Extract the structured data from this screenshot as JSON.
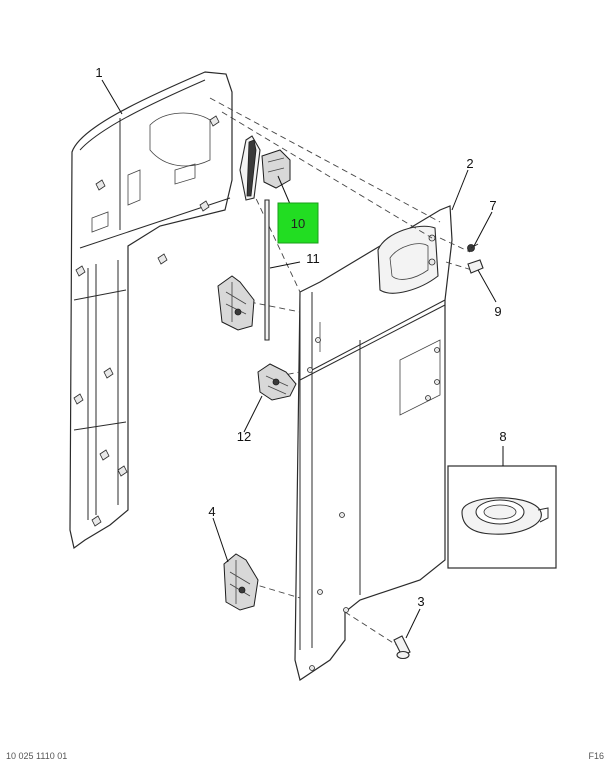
{
  "diagram": {
    "highlight_color": "#22dd22",
    "callouts": [
      {
        "id": "c1",
        "label": "1"
      },
      {
        "id": "c2",
        "label": "2"
      },
      {
        "id": "c3",
        "label": "3"
      },
      {
        "id": "c4",
        "label": "4"
      },
      {
        "id": "c7",
        "label": "7"
      },
      {
        "id": "c8",
        "label": "8"
      },
      {
        "id": "c9",
        "label": "9"
      },
      {
        "id": "c10",
        "label": "10"
      },
      {
        "id": "c11",
        "label": "11"
      },
      {
        "id": "c12",
        "label": "12"
      }
    ],
    "footer": {
      "left": "10 025 1110 01",
      "right": "F16"
    }
  }
}
